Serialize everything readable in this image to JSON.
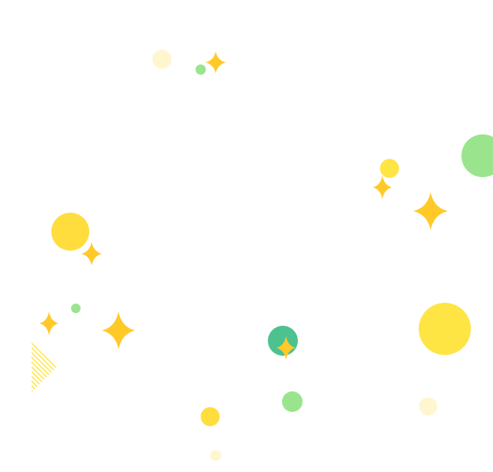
{
  "decoration": {
    "palette": {
      "yellow": "#FFE543",
      "gold": "#FFDD3C",
      "sparkle": "#FFC928",
      "pale_yellow": "#FFF6CF",
      "green": "#9BE48E",
      "teal": "#4DC28E"
    },
    "icons": [
      "circle-dot",
      "four-point-sparkle",
      "hatched-triangle"
    ]
  }
}
